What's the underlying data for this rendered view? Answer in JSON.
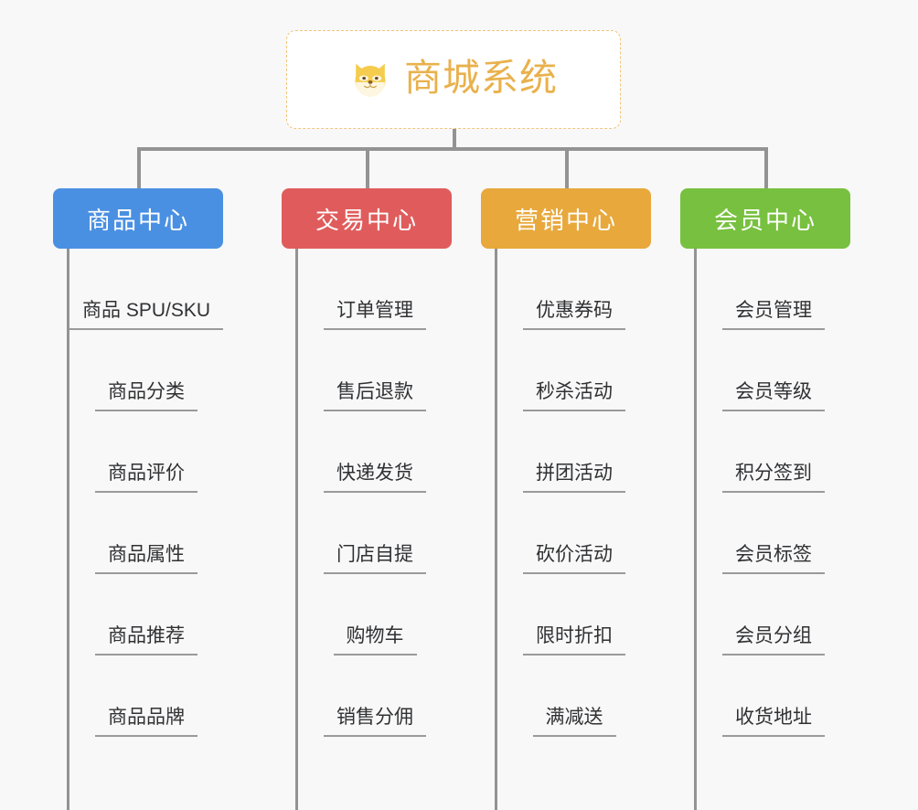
{
  "background_color": "#f8f8f8",
  "root": {
    "title": "商城系统",
    "icon": "shiba-dog-icon",
    "title_color": "#e9b14c",
    "border_color": "#f0c478"
  },
  "columns": [
    {
      "id": "product-center",
      "title": "商品中心",
      "color": "#4a90e2",
      "items": [
        "商品 SPU/SKU",
        "商品分类",
        "商品评价",
        "商品属性",
        "商品推荐",
        "商品品牌"
      ]
    },
    {
      "id": "trade-center",
      "title": "交易中心",
      "color": "#e05c5c",
      "items": [
        "订单管理",
        "售后退款",
        "快递发货",
        "门店自提",
        "购物车",
        "销售分佣"
      ]
    },
    {
      "id": "marketing-center",
      "title": "营销中心",
      "color": "#e8a83c",
      "items": [
        "优惠券码",
        "秒杀活动",
        "拼团活动",
        "砍价活动",
        "限时折扣",
        "满减送"
      ]
    },
    {
      "id": "member-center",
      "title": "会员中心",
      "color": "#78c03f",
      "items": [
        "会员管理",
        "会员等级",
        "积分签到",
        "会员标签",
        "会员分组",
        "收货地址"
      ]
    }
  ],
  "connector_color": "#939393",
  "leaf_underline_color": "#9a9a9a",
  "leaf_text_color": "#303133"
}
